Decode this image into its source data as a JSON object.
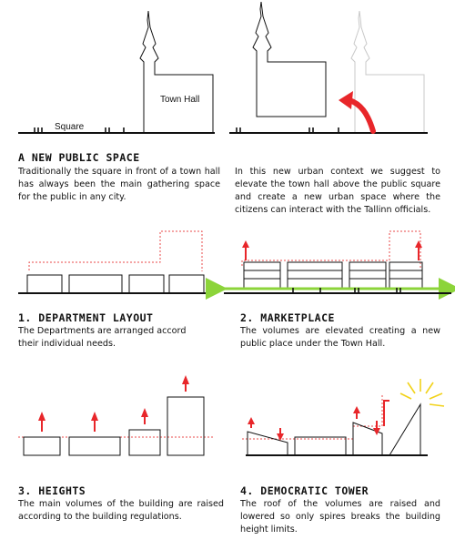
{
  "labels": {
    "square": "Square",
    "town_hall": "Town Hall"
  },
  "sections": {
    "intro": {
      "title": "A NEW PUBLIC SPACE",
      "text_left": "Traditionally the square in front of a town hall has always been the main gathering space for the public in any city.",
      "text_right": "In this new urban context we suggest to elevate the town hall above the public square and create a new urban space where the citizens can interact with the Tallinn officials."
    },
    "department_layout": {
      "title": "1. DEPARTMENT LAYOUT",
      "text": "The Departments are arranged accord their individual needs."
    },
    "marketplace": {
      "title": "2. MARKETPLACE",
      "text": "The volumes are elevated creating a new public place under the Town Hall."
    },
    "heights": {
      "title": "3. HEIGHTS",
      "text": "The main volumes of the building are raised according to the building regulations."
    },
    "democratic_tower": {
      "title": "4. DEMOCRATIC TOWER",
      "text": "The roof of the volumes are raised and lowered so only spires breaks the building height limits."
    }
  },
  "colors": {
    "ink": "#111111",
    "accent_red": "#e8262a",
    "dotted_red": "#e94a4a",
    "green": "#8cd43a",
    "sunburst": "#f2d21a",
    "ghost": "#c8c8c8"
  }
}
